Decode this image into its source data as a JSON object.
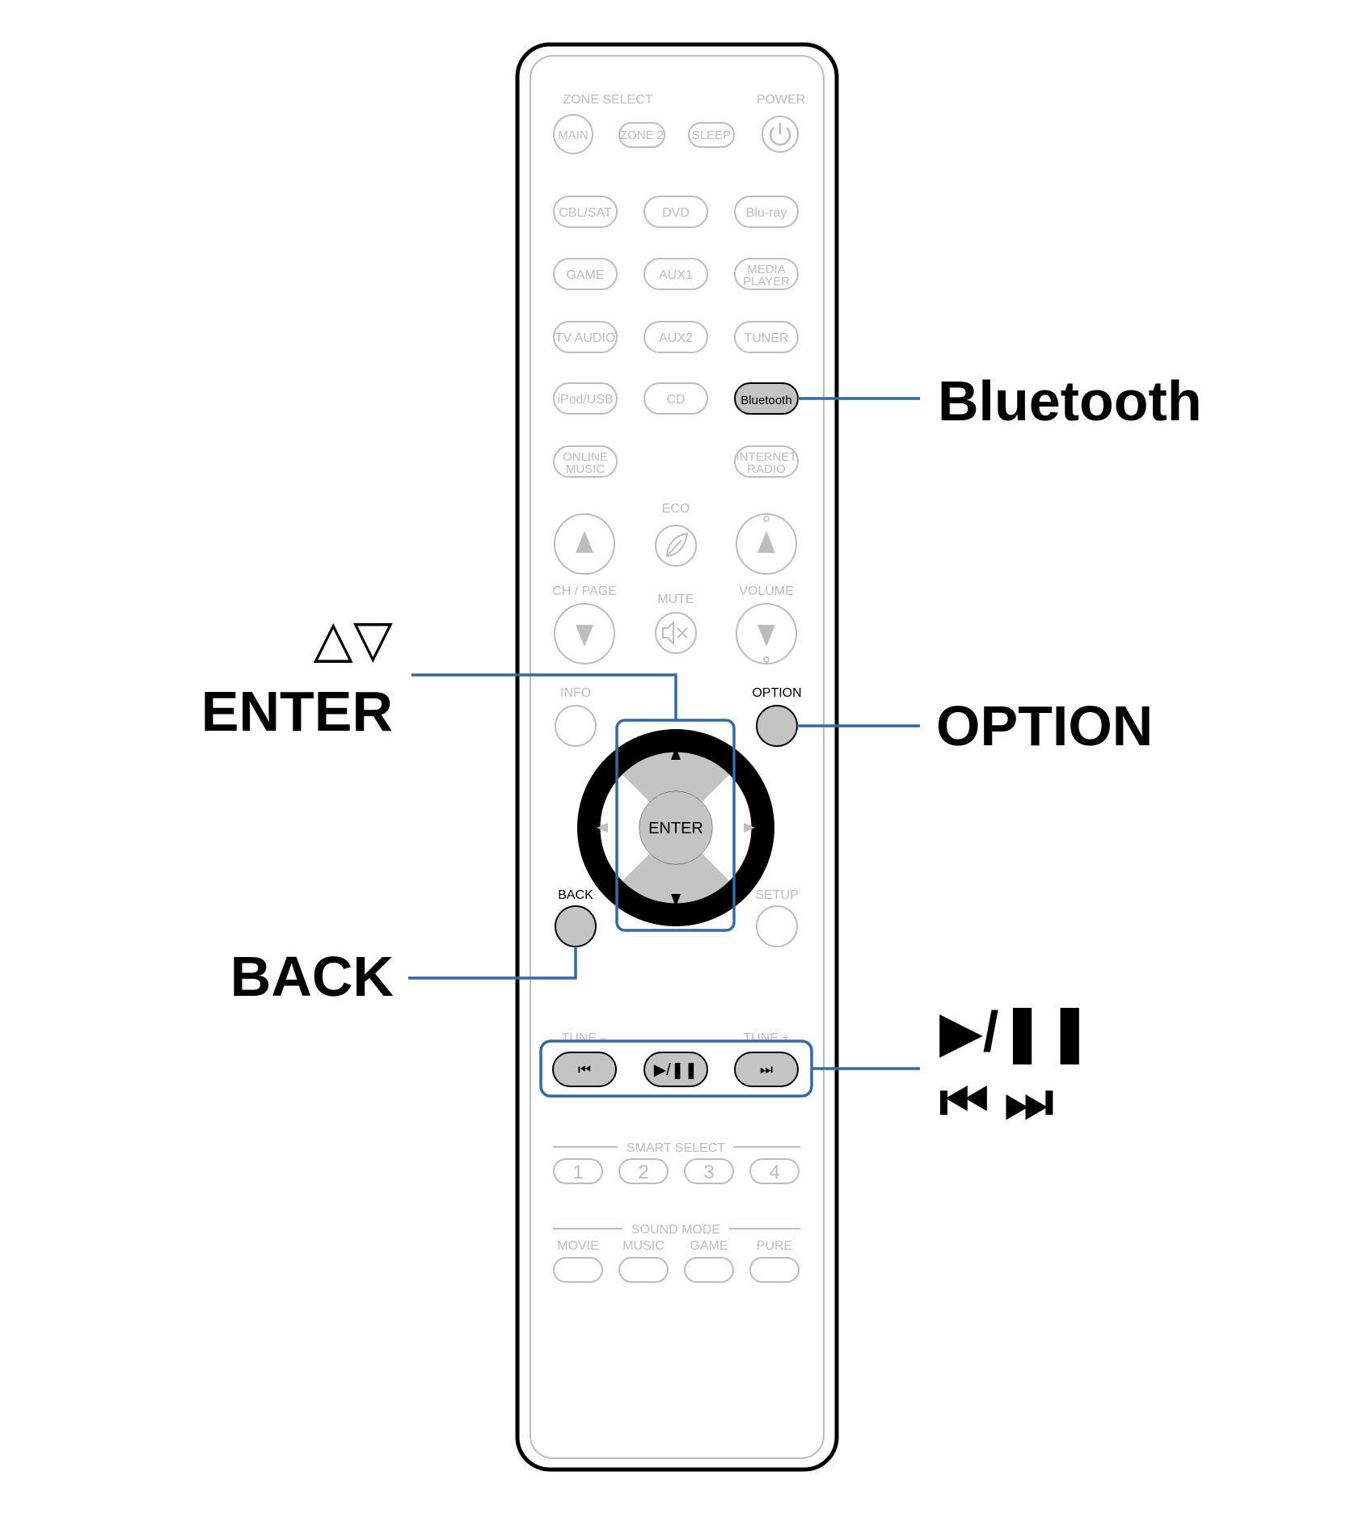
{
  "remote": {
    "zone_select_label": "ZONE SELECT",
    "power_label": "POWER",
    "zone_buttons": [
      "MAIN",
      "ZONE 2",
      "SLEEP"
    ],
    "power_icon": "power-icon",
    "source_row1": [
      "CBL/SAT",
      "DVD",
      "Blu-ray"
    ],
    "source_row2": [
      "GAME",
      "AUX1"
    ],
    "media_player": [
      "MEDIA",
      "PLAYER"
    ],
    "source_row3": [
      "TV AUDIO",
      "AUX2",
      "TUNER"
    ],
    "source_row4": [
      "iPod/USB",
      "CD",
      "Bluetooth"
    ],
    "online_music": [
      "ONLINE",
      "MUSIC"
    ],
    "internet_radio": [
      "INTERNET",
      "RADIO"
    ],
    "eco_label": "ECO",
    "ch_page_label": "CH / PAGE",
    "mute_label": "MUTE",
    "volume_label": "VOLUME",
    "info_label": "INFO",
    "option_label": "OPTION",
    "enter_label": "ENTER",
    "back_label": "BACK",
    "setup_label": "SETUP",
    "tune_minus_label": "TUNE –",
    "tune_plus_label": "TUNE +",
    "transport": {
      "prev_glyph": "⏮",
      "play_pause_glyph": "▶/❚❚",
      "next_glyph": "⏭"
    },
    "smart_select_label": "SMART SELECT",
    "smart_buttons": [
      "1",
      "2",
      "3",
      "4"
    ],
    "sound_mode_label": "SOUND MODE",
    "sound_modes": [
      "MOVIE",
      "MUSIC",
      "GAME",
      "PURE"
    ]
  },
  "callouts": {
    "bluetooth": "Bluetooth",
    "arrows": "△▽",
    "enter": "ENTER",
    "option": "OPTION",
    "back": "BACK",
    "play_pause": "▶/❚❚",
    "skip": "⏮ ⏭"
  },
  "colors": {
    "highlight_blue": "#2f6aaa",
    "highlight_fill": "#c4c4c4",
    "inactive_gray": "#bdbdbd"
  }
}
